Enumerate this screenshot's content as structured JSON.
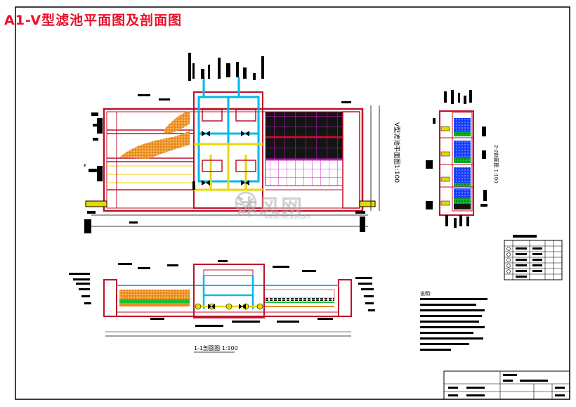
{
  "drawing": {
    "title": "A1-V型滤池平面图及剖面图",
    "plan_label": "V型滤池平面图1:100",
    "section_22_label": "2-2剖面图 1:100",
    "section_11_label": "1-1剖面图 1:100",
    "notes_heading": "说明:",
    "watermark": "沐风网",
    "watermark_url": "www.mfcad.com"
  },
  "colors": {
    "title": "#e8102a",
    "wall": "#c0102a",
    "pipe": "#00b8e8",
    "air_pipe": "#e8d800",
    "filter_media": "#f08a20",
    "grid_magenta": "#d020d0",
    "water_blue": "#2040f0",
    "gravel_green": "#18c030"
  },
  "icons": [
    "valve-icon",
    "pipe-flange-icon",
    "watermark-logo-icon"
  ]
}
